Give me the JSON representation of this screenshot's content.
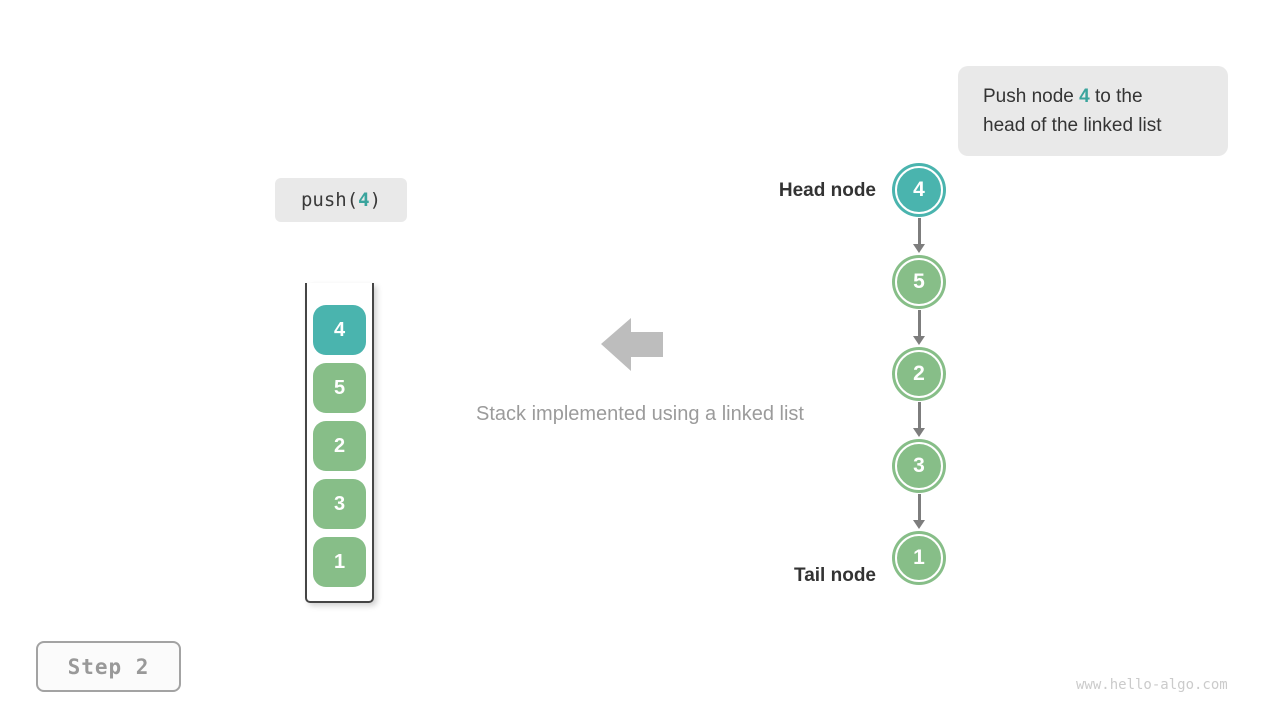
{
  "callout": {
    "pre": "Push node ",
    "value": "4",
    "post": " to the\nhead of the linked list"
  },
  "code_badge": {
    "pre": "push(",
    "value": "4",
    "post": ")"
  },
  "stack": {
    "items": [
      {
        "value": "4",
        "highlight": true
      },
      {
        "value": "5",
        "highlight": false
      },
      {
        "value": "2",
        "highlight": false
      },
      {
        "value": "3",
        "highlight": false
      },
      {
        "value": "1",
        "highlight": false
      }
    ]
  },
  "caption": "Stack implemented using a linked list",
  "linked_list": {
    "head_label": "Head node",
    "tail_label": "Tail node",
    "nodes": [
      {
        "value": "4",
        "highlight": true
      },
      {
        "value": "5",
        "highlight": false
      },
      {
        "value": "2",
        "highlight": false
      },
      {
        "value": "3",
        "highlight": false
      },
      {
        "value": "1",
        "highlight": false
      }
    ]
  },
  "step_badge": "Step 2",
  "watermark": "www.hello-algo.com",
  "colors": {
    "teal": "#4ab4ae",
    "green": "#87be88",
    "teal_text": "#3aa49d",
    "callout_bg": "#e9e9e9",
    "dark_text": "#343434",
    "gray_text": "#9b9b9b",
    "connector_gray": "#7d7d7d",
    "block_arrow": "#bdbdbd",
    "stack_border": "#454545",
    "step_text": "#999999",
    "watermark": "#cbcbcb"
  }
}
